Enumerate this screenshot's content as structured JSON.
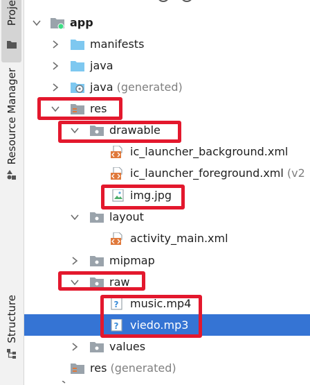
{
  "sidebar": {
    "project_tab": "Proje",
    "resource_manager_tab": "Resource Manager",
    "structure_tab": "Structure"
  },
  "tree": {
    "app": "app",
    "manifests": "manifests",
    "java": "java",
    "java_generated_name": "java",
    "java_generated_suffix": "(generated)",
    "res": "res",
    "drawable": "drawable",
    "ic_bg": "ic_launcher_background.xml",
    "ic_fg": "ic_launcher_foreground.xml",
    "ic_fg_suffix": "(v2",
    "img": "img.jpg",
    "layout": "layout",
    "activity_main": "activity_main.xml",
    "mipmap": "mipmap",
    "raw": "raw",
    "music": "music.mp4",
    "viedo": "viedo.mp3",
    "values": "values",
    "res_generated_name": "res",
    "res_generated_suffix": "(generated)"
  },
  "colors": {
    "selection": "#3574d4",
    "highlight_box": "#e3182d",
    "folder_blue": "#7ec8f0",
    "xml_orange": "#e0793b"
  },
  "icons": [
    "folder-icon",
    "module-icon",
    "res-folder-icon",
    "package-folder-icon",
    "xml-file-icon",
    "image-file-icon",
    "unknown-file-icon",
    "chevron-down-icon",
    "chevron-right-icon"
  ]
}
